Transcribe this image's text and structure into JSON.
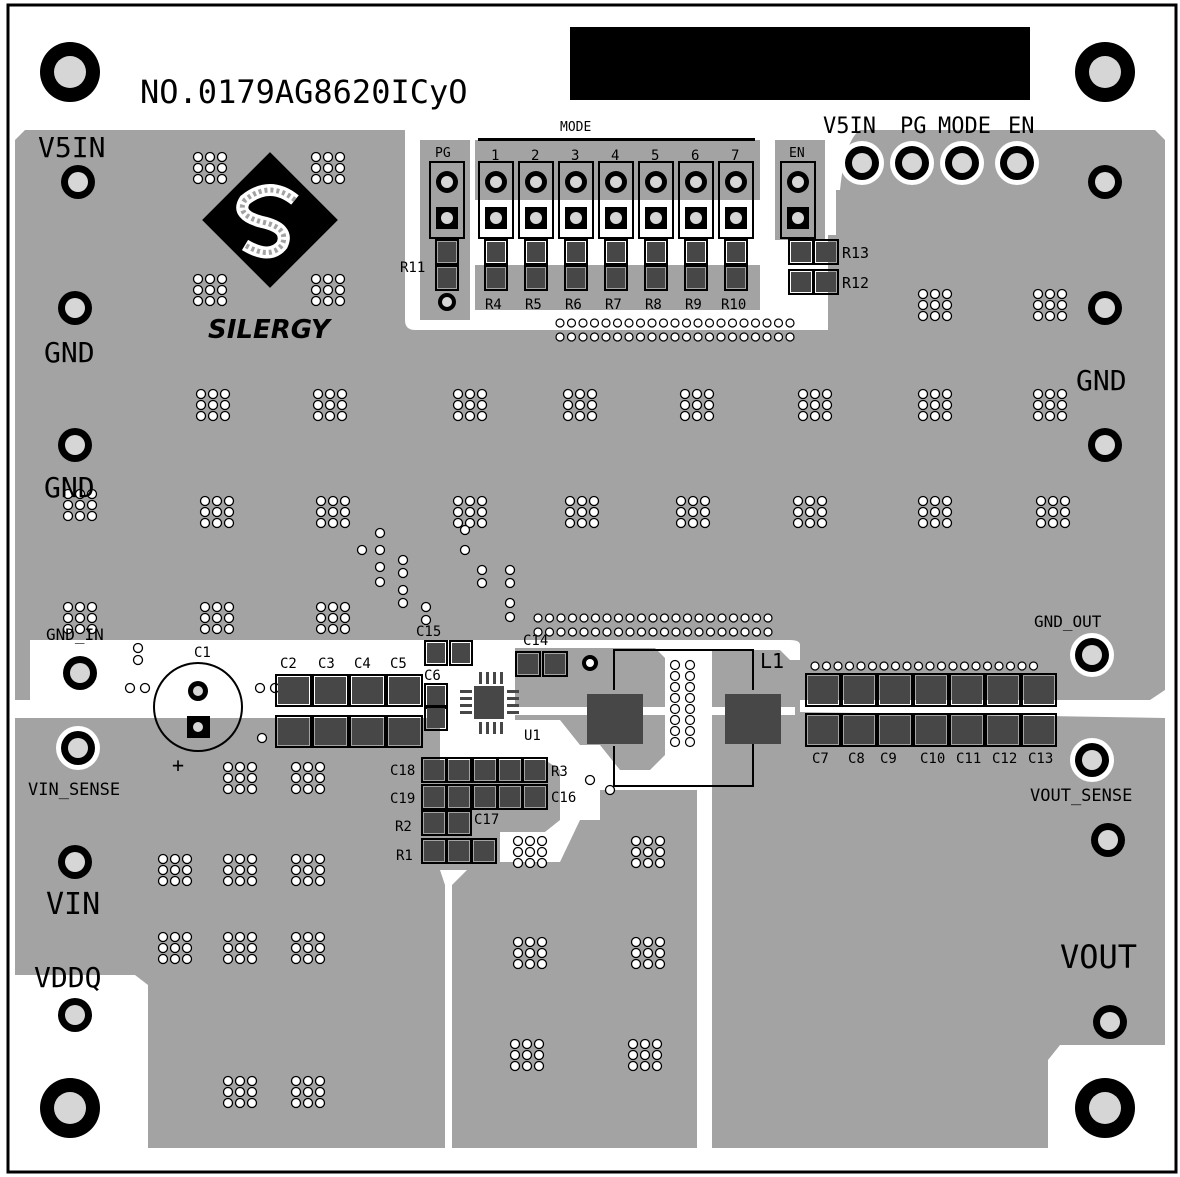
{
  "board": {
    "id_text": "NO.0179AG8620ICyO",
    "logo_text": "SILERGY",
    "colors": {
      "copper": "#a3a3a3",
      "pad": "#474747",
      "silk": "#000000",
      "board": "#ffffff",
      "drill": "#d6d6d6"
    }
  },
  "left_labels": {
    "v5in": "V5IN",
    "gnd1": "GND",
    "gnd2": "GND",
    "gnd_in": "GND_IN",
    "vin_sense": "VIN_SENSE",
    "vin": "VIN",
    "vddq": "VDDQ"
  },
  "right_labels": {
    "gnd": "GND",
    "gnd_out": "GND_OUT",
    "vout_sense": "VOUT_SENSE",
    "vout": "VOUT"
  },
  "header": {
    "top_labels": [
      "V5IN",
      "PG",
      "MODE",
      "EN"
    ],
    "mode_title": "MODE",
    "pg": "PG",
    "en": "EN",
    "mode_pins": [
      "1",
      "2",
      "3",
      "4",
      "5",
      "6",
      "7"
    ],
    "mode_resistors": [
      "R4",
      "R5",
      "R6",
      "R7",
      "R8",
      "R9",
      "R10"
    ],
    "r11": "R11",
    "r12": "R12",
    "r13": "R13"
  },
  "components": {
    "c1": "C1",
    "plus": "+",
    "c2": "C2",
    "c3": "C3",
    "c4": "C4",
    "c5": "C5",
    "c6": "C6",
    "c14": "C14",
    "c15": "C15",
    "u1": "U1",
    "l1": "L1",
    "c18": "C18",
    "c19": "C19",
    "r2": "R2",
    "r1": "R1",
    "c17": "C17",
    "r3": "R3",
    "c16": "C16",
    "out_caps": [
      "C7",
      "C8",
      "C9",
      "C10",
      "C11",
      "C12",
      "C13"
    ]
  }
}
